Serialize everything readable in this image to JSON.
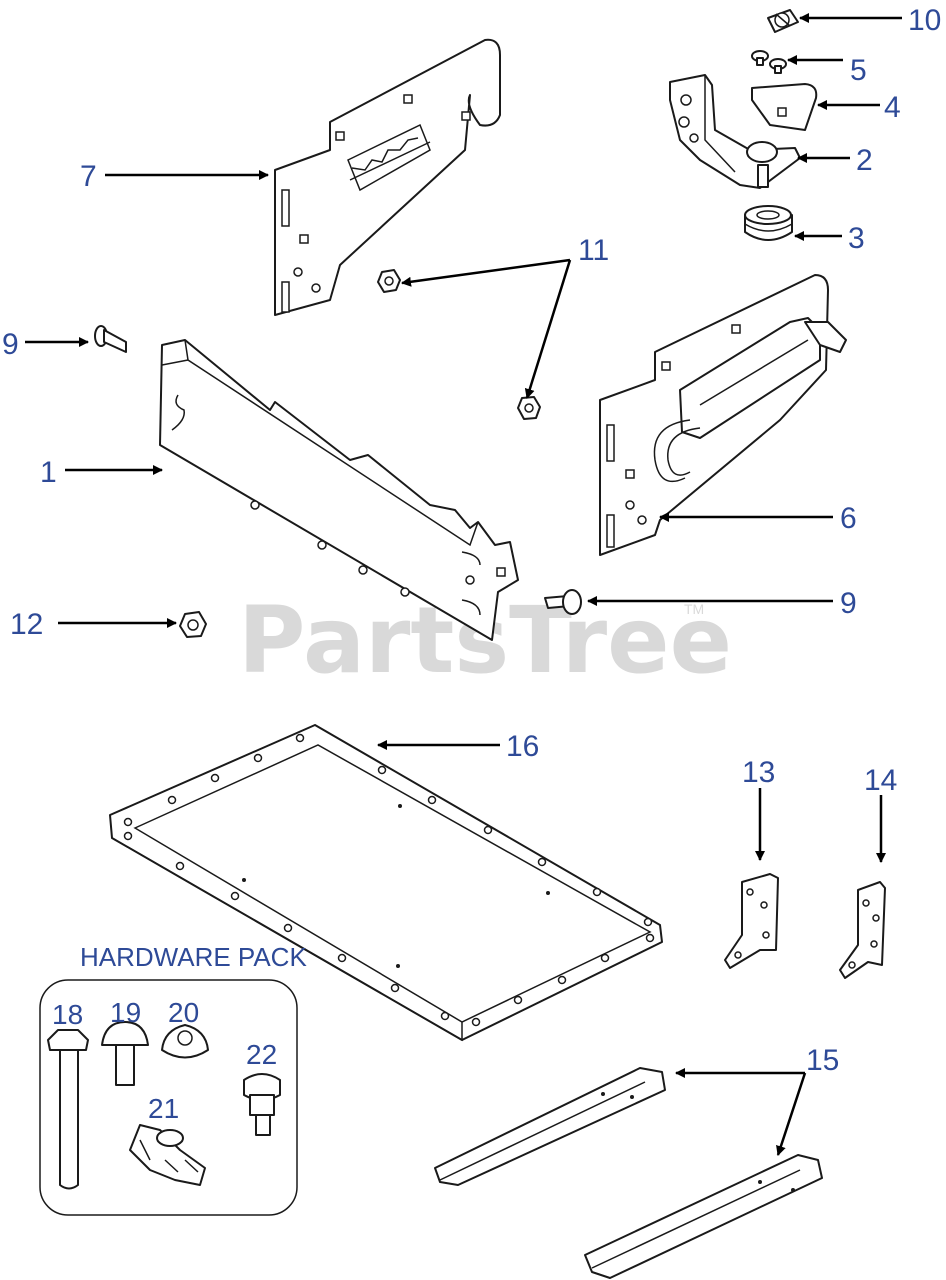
{
  "watermark": {
    "text": "PartsTree",
    "trademark": "TM"
  },
  "hardware_pack": {
    "title": "HARDWARE PACK"
  },
  "callouts": {
    "c1": "1",
    "c2": "2",
    "c3": "3",
    "c4": "4",
    "c5": "5",
    "c6": "6",
    "c7": "7",
    "c9a": "9",
    "c9b": "9",
    "c10": "10",
    "c11": "11",
    "c12": "12",
    "c13": "13",
    "c14": "14",
    "c15": "15",
    "c16": "16",
    "c18": "18",
    "c19": "19",
    "c20": "20",
    "c21": "21",
    "c22": "22"
  },
  "colors": {
    "callout": "#2e4a97",
    "line": "#1a1a1a",
    "watermark": "#d9d9d9"
  }
}
